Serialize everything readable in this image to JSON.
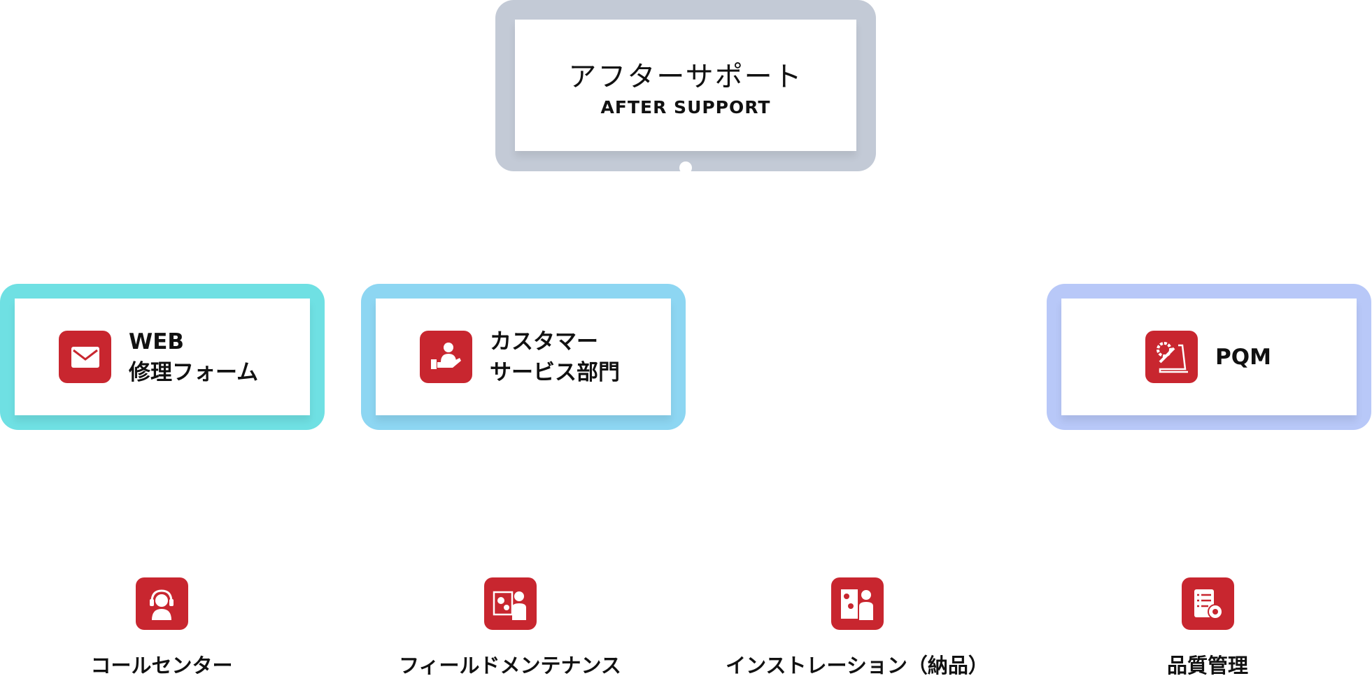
{
  "root": {
    "title": "アフターサポート",
    "subtitle": "AFTER SUPPORT",
    "color": "#c3cad6"
  },
  "channels": [
    {
      "line1": "WEB",
      "line2": "修理フォーム",
      "icon": "mail-icon",
      "color": "#6fe0e3"
    },
    {
      "line1": "カスタマー",
      "line2": "サービス部門",
      "icon": "customer-service-icon",
      "color": "#8dd6f2"
    },
    {
      "line1": "PQM",
      "icon": "quality-maintenance-icon",
      "color": "#b8c8f8"
    }
  ],
  "services": [
    {
      "label": "コールセンター",
      "icon": "headset-operator-icon"
    },
    {
      "label": "フィールドメンテナンス",
      "icon": "field-engineer-icon"
    },
    {
      "label": "インストレーション（納品）",
      "icon": "installation-icon"
    },
    {
      "label": "品質管理",
      "icon": "quality-checklist-icon"
    }
  ],
  "accent": "#c8262f"
}
